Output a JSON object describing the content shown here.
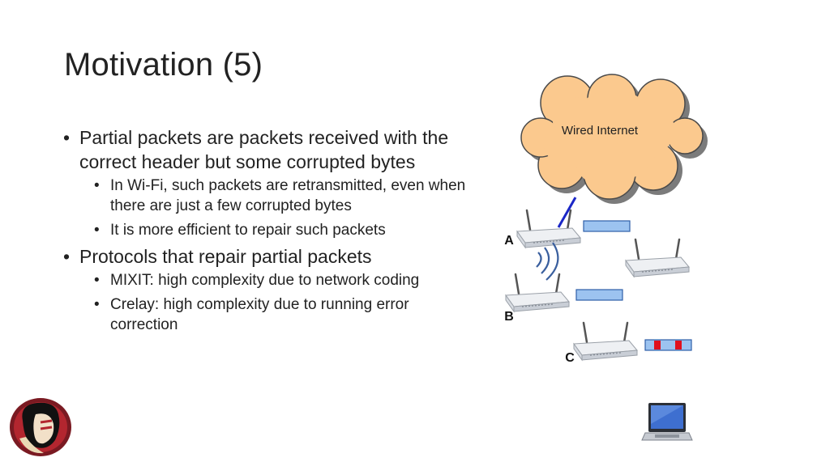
{
  "slide": {
    "title": "Motivation (5)",
    "bullets": [
      {
        "text": "Partial packets are packets received with the correct header but some corrupted bytes",
        "sub": [
          "In Wi-Fi, such packets are retransmitted, even when there are just a few corrupted bytes",
          "It is more efficient to repair such packets"
        ]
      },
      {
        "text": "Protocols that repair partial packets",
        "sub": [
          "MIXIT: high complexity due to network coding",
          "Crelay: high complexity due to running error correction"
        ]
      }
    ]
  },
  "diagram": {
    "cloud_label": "Wired Internet",
    "node_labels": {
      "a": "A",
      "b": "B",
      "c": "C"
    },
    "colors": {
      "cloud_fill": "#FBC98E",
      "cloud_stroke": "#4a4a4a",
      "wire": "#1b27c7",
      "packet_fill": "#9CC3F0",
      "packet_stroke": "#2f5fa8",
      "corrupted": "#E0101E"
    },
    "icons": [
      "wireless-router-icon",
      "laptop-icon",
      "wifi-signal-icon",
      "university-seal-icon"
    ]
  }
}
